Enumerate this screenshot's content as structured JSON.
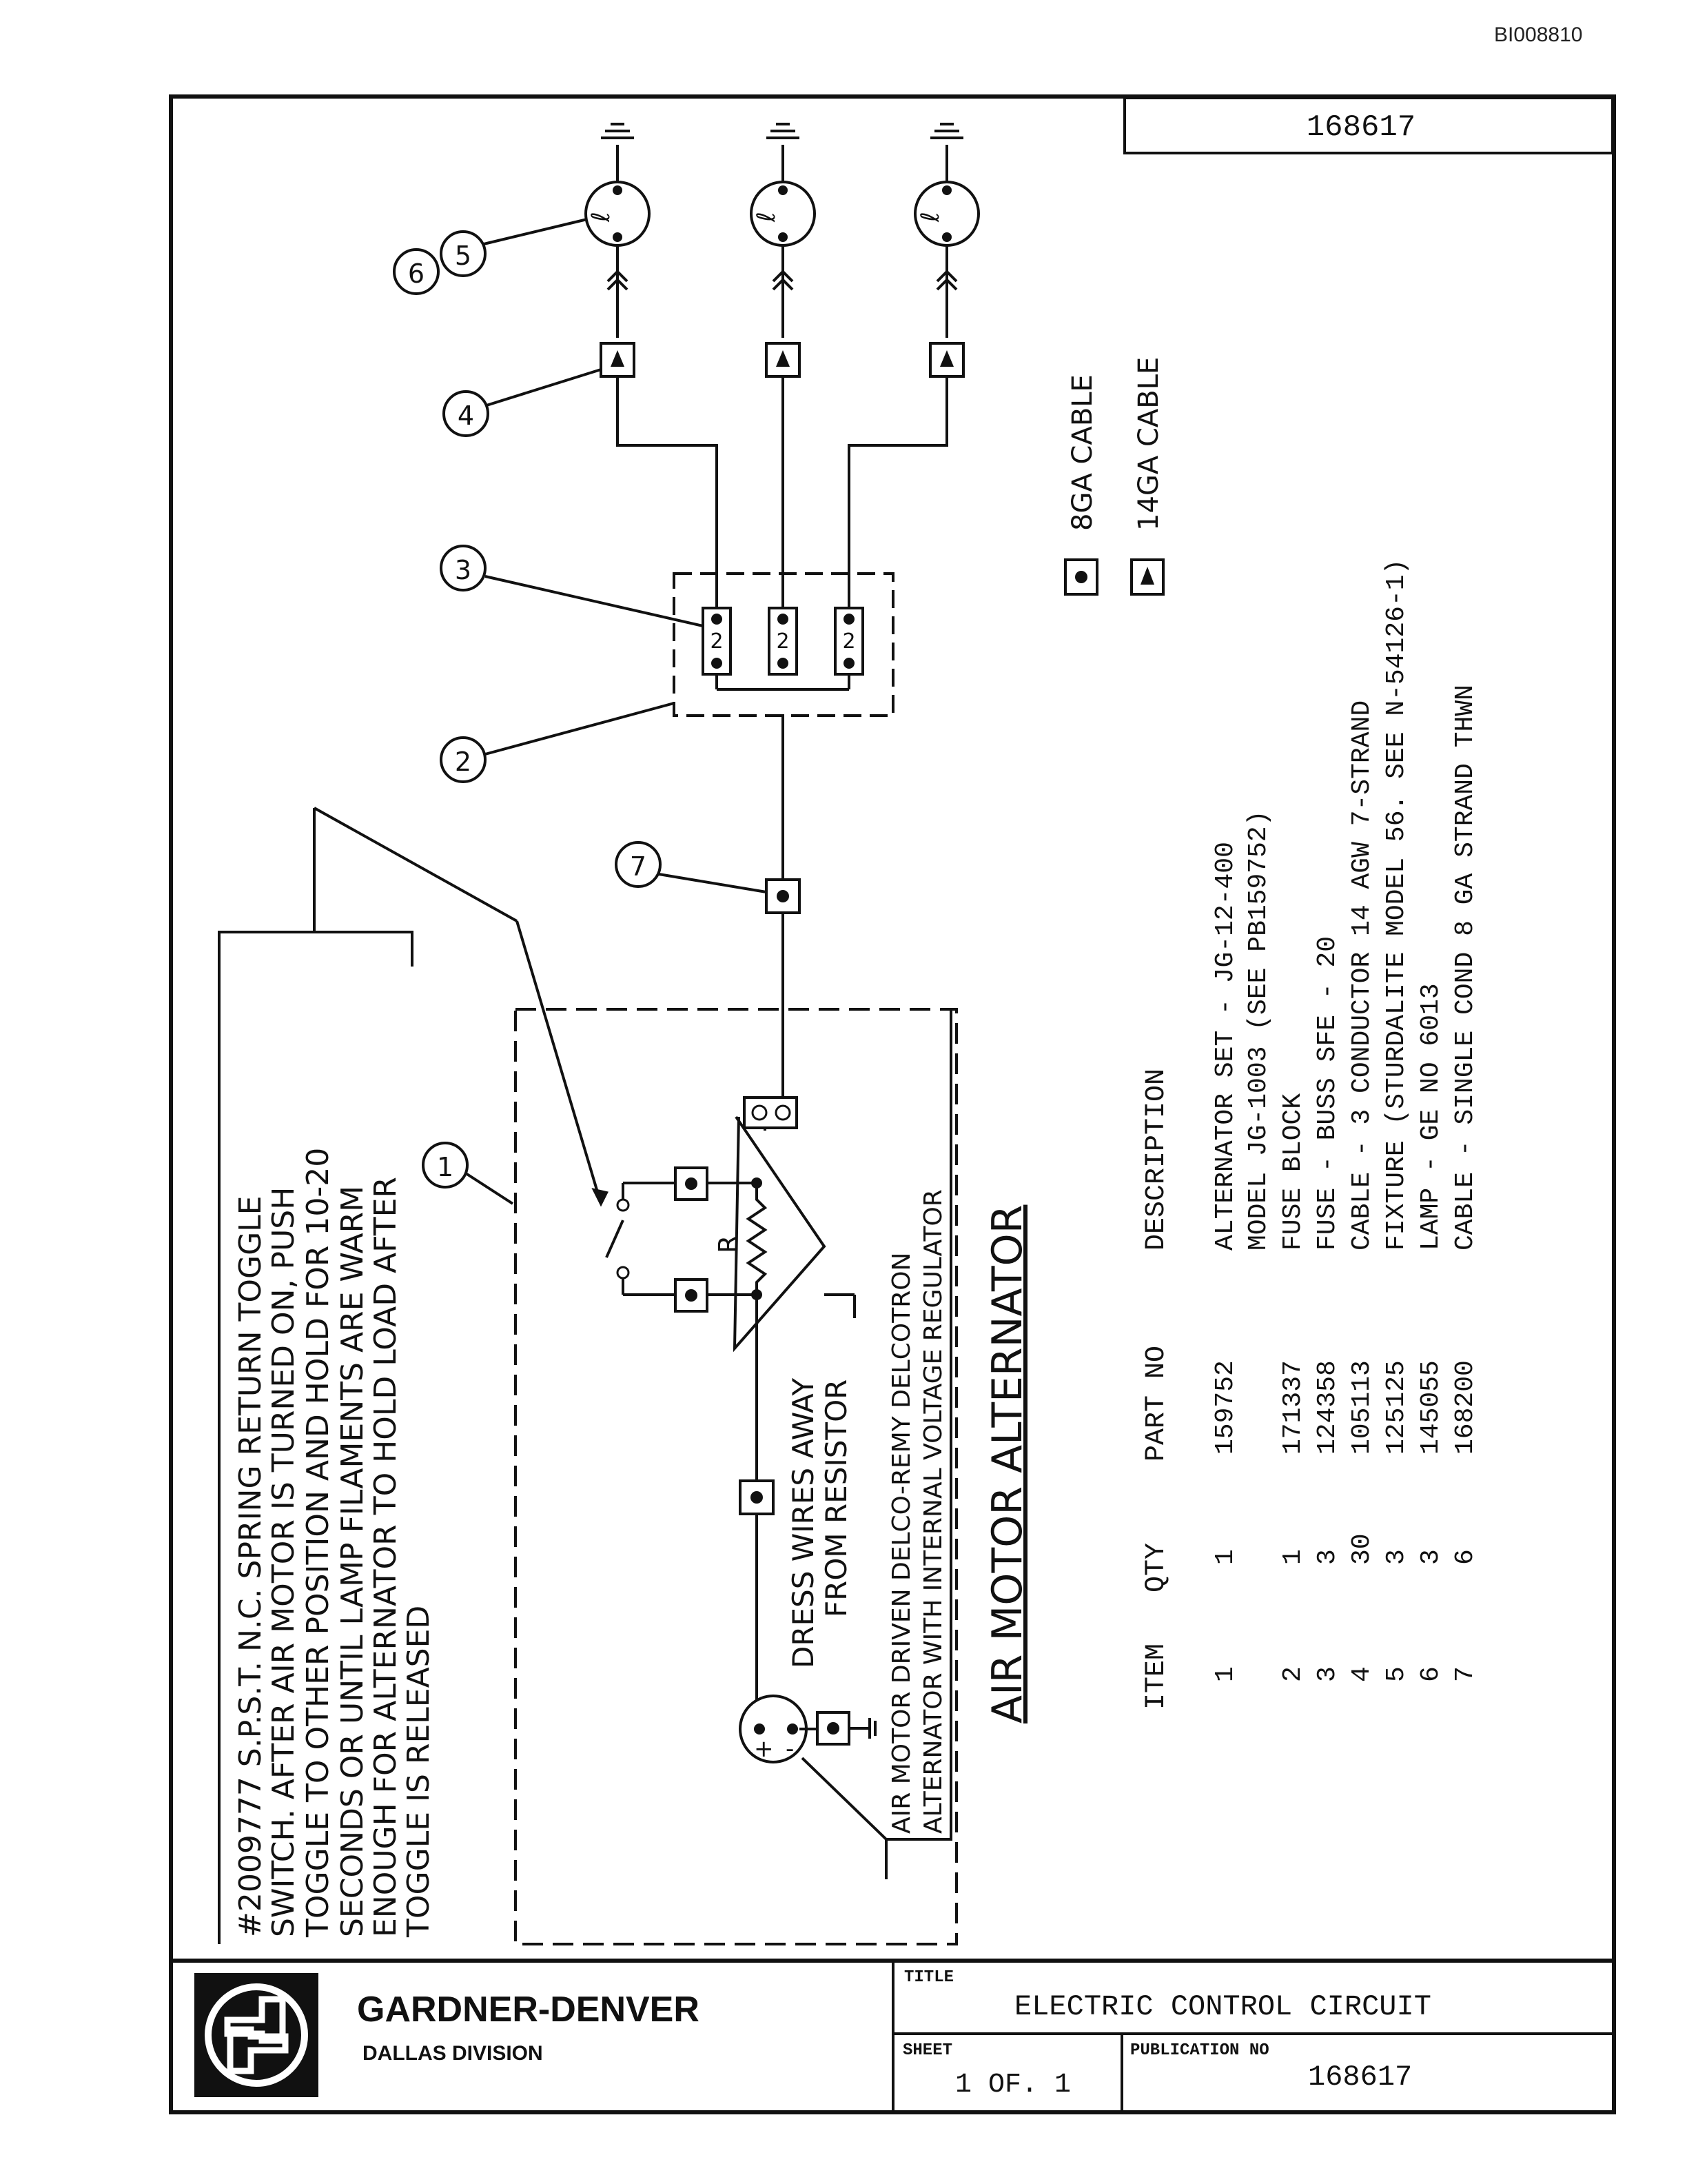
{
  "document_id": "BI008810",
  "drawing_number": "168617",
  "callout_numbers": [
    "1",
    "2",
    "3",
    "4",
    "5",
    "6",
    "7"
  ],
  "fuse_labels": [
    "2",
    "2",
    "2"
  ],
  "lamp_symbol": "ℓ",
  "resistor_label": "R",
  "legend": [
    {
      "symbol": "circle-dot-box",
      "label": "8GA CABLE"
    },
    {
      "symbol": "triangle-box",
      "label": "14GA CABLE"
    }
  ],
  "note": {
    "lines": [
      "#2009777 S.P.S.T. N.C. SPRING RETURN TOGGLE",
      "SWITCH. AFTER AIR MOTOR IS TURNED ON, PUSH",
      "TOGGLE TO OTHER POSITION AND HOLD FOR 10-20",
      "SECONDS OR UNTIL LAMP FILAMENTS ARE WARM",
      "ENOUGH FOR ALTERNATOR TO HOLD LOAD AFTER",
      "TOGGLE IS RELEASED"
    ]
  },
  "resistor_note": [
    "DRESS WIRES AWAY",
    "FROM RESISTOR"
  ],
  "alternator_note": [
    "AIR MOTOR DRIVEN DELCO-REMY DELCOTRON",
    "ALTERNATOR WITH INTERNAL VOLTAGE REGULATOR"
  ],
  "section_title": "AIR MOTOR ALTERNATOR",
  "parts_table": {
    "headers": [
      "ITEM",
      "QTY",
      "PART NO",
      "DESCRIPTION"
    ],
    "rows": [
      {
        "item": "1",
        "qty": "1",
        "part_no": "159752",
        "description": "ALTERNATOR SET - JG-12-400"
      },
      {
        "item": "",
        "qty": "",
        "part_no": "",
        "description": "MODEL JG-1003 (SEE PB159752)"
      },
      {
        "item": "2",
        "qty": "1",
        "part_no": "171337",
        "description": "FUSE BLOCK"
      },
      {
        "item": "3",
        "qty": "3",
        "part_no": "124358",
        "description": "FUSE - BUSS SFE - 20"
      },
      {
        "item": "4",
        "qty": "30",
        "part_no": "105113",
        "description": "CABLE - 3 CONDUCTOR 14 AGW 7-STRAND"
      },
      {
        "item": "5",
        "qty": "3",
        "part_no": "125125",
        "description": "FIXTURE (STURDALITE MODEL 56. SEE N-54126-1)"
      },
      {
        "item": "6",
        "qty": "3",
        "part_no": "145055",
        "description": "LAMP - GE NO 6013"
      },
      {
        "item": "7",
        "qty": "6",
        "part_no": "168200",
        "description": "CABLE - SINGLE COND 8 GA STRAND THWN"
      }
    ]
  },
  "title_block": {
    "company": "GARDNER-DENVER",
    "division": "DALLAS DIVISION",
    "title_label": "TITLE",
    "title": "ELECTRIC CONTROL CIRCUIT",
    "sheet_label": "SHEET",
    "sheet": "1 OF. 1",
    "publication_label": "PUBLICATION NO",
    "publication_no": "168617"
  }
}
